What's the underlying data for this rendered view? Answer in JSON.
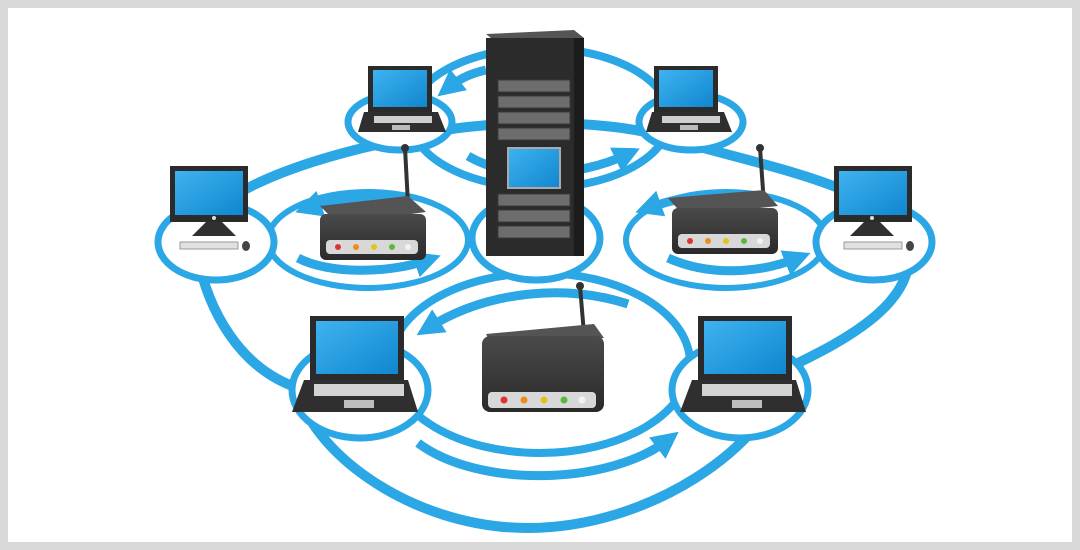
{
  "image": {
    "alt": "",
    "colors": {
      "background": "#ffffff",
      "border": "#d9d9d9",
      "ring": "#2aa7e4",
      "device_body": "#3a3a3a",
      "device_top": "#505050",
      "screen": "#1e9be0"
    },
    "devices": [
      {
        "kind": "server-rack",
        "icon": "server-rack-icon"
      },
      {
        "kind": "router",
        "icon": "router-icon"
      },
      {
        "kind": "laptop",
        "icon": "laptop-icon"
      },
      {
        "kind": "desktop",
        "icon": "desktop-computer-icon"
      }
    ]
  }
}
